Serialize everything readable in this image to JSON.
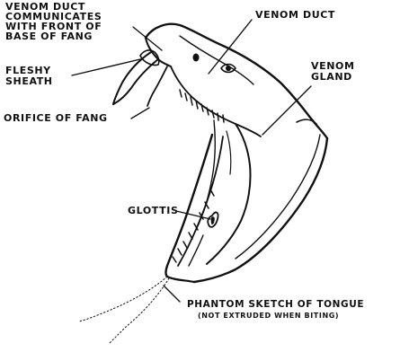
{
  "labels": {
    "venom_duct_communicates": [
      "VENOM DUCT",
      "COMMUNICATES",
      "WITH FRONT OF",
      "BASE OF FANG"
    ],
    "fleshy_sheath": [
      "FLESHY",
      "SHEATH"
    ],
    "orifice_of_fang": "ORIFICE OF FANG",
    "venom_duct": "VENOM DUCT",
    "venom_gland": [
      "VENOM",
      "GLAND"
    ],
    "glottis": "GLOTTIS",
    "phantom_tongue": "PHANTOM SKETCH OF TONGUE",
    "phantom_tongue_note": "(NOT EXTRUDED WHEN BITING)"
  }
}
